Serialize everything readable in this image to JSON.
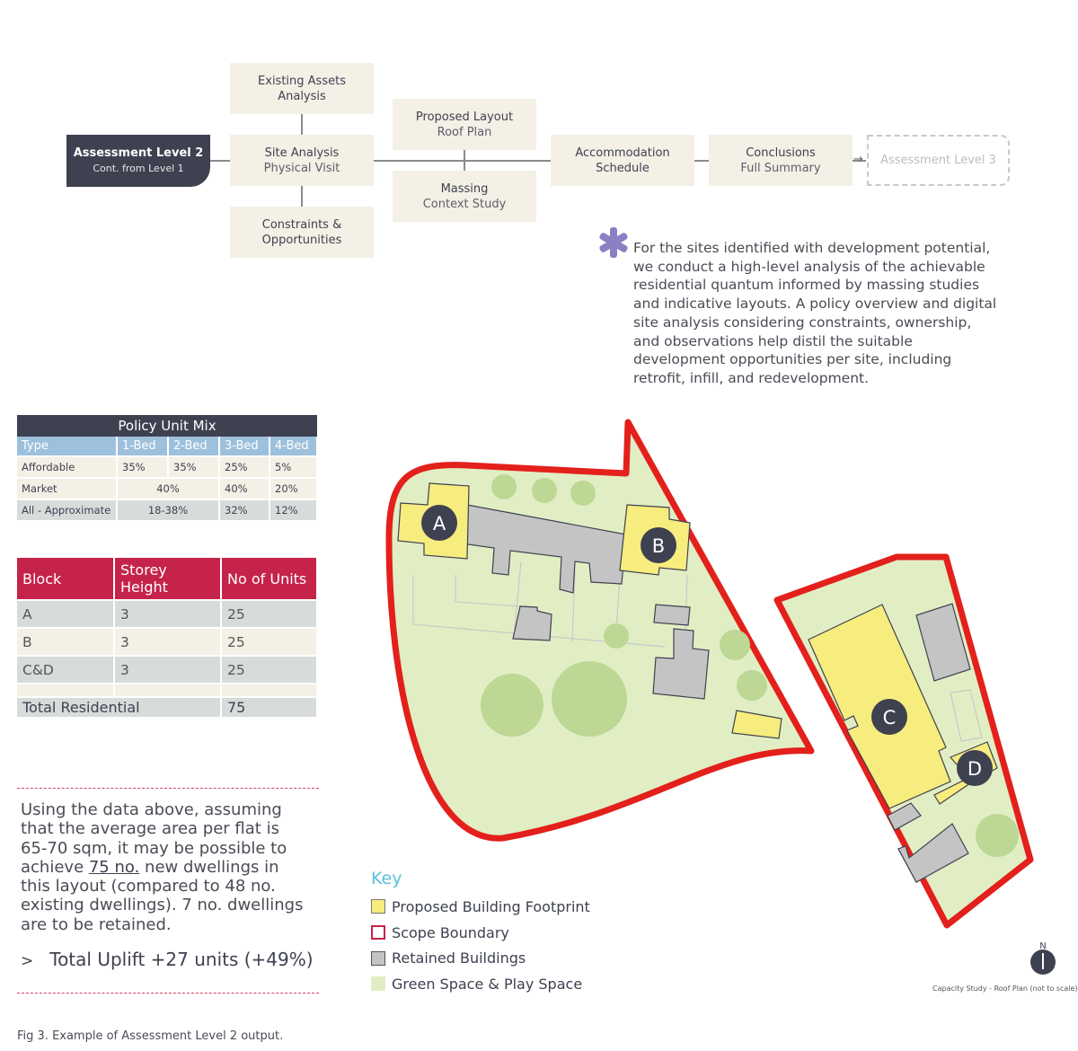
{
  "flow": {
    "start": {
      "title": "Assessment Level 2",
      "sub": "Cont. from Level 1"
    },
    "existing": {
      "title": "Existing Assets",
      "sub": "Analysis"
    },
    "site": {
      "title": "Site Analysis",
      "sub": "Physical Visit"
    },
    "constraints": {
      "title": "Constraints &",
      "sub": "Opportunities"
    },
    "proposed": {
      "title": "Proposed Layout",
      "sub": "Roof Plan"
    },
    "massing": {
      "title": "Massing",
      "sub": "Context Study"
    },
    "accommodation": {
      "title": "Accommodation",
      "sub": "Schedule"
    },
    "conclusions": {
      "title": "Conclusions",
      "sub": "Full Summary"
    },
    "next": {
      "title": "Assessment Level 3"
    }
  },
  "description": "For the sites identified with development potential, we conduct a high-level analysis of the achievable residential quantum informed by massing studies and indicative layouts. A policy overview and digital site analysis considering constraints, ownership, and observations help distil the suitable development opportunities per site, including retrofit, infill, and redevelopment.",
  "policy_table": {
    "title": "Policy Unit Mix",
    "headers": [
      "Type",
      "1-Bed",
      "2-Bed",
      "3-Bed",
      "4-Bed"
    ],
    "affordable": [
      "Affordable",
      "35%",
      "35%",
      "25%",
      "5%"
    ],
    "market": [
      "Market",
      "40%",
      "40%",
      "20%"
    ],
    "all": [
      "All - Approximate",
      "18-38%",
      "32%",
      "12%"
    ]
  },
  "block_table": {
    "headers": [
      "Block",
      "Storey Height",
      "No of Units"
    ],
    "rows": [
      [
        "A",
        "3",
        "25"
      ],
      [
        "B",
        "3",
        "25"
      ],
      [
        "C&D",
        "3",
        "25"
      ]
    ],
    "total": [
      "Total Residential",
      "75"
    ]
  },
  "summary": {
    "pre": "Using the data above, assuming that the average area per flat is 65-70 sqm, it may be possible to achieve ",
    "highlight": "75 no.",
    "post": " new dwellings in this layout (compared to 48 no. existing dwellings). 7 no. dwellings are to be retained.",
    "uplift_marker": ">",
    "uplift": "Total Uplift +27 units (+49%)"
  },
  "map": {
    "labels": [
      "A",
      "B",
      "C",
      "D"
    ],
    "north": "N",
    "caption": "Capacity Study - Roof Plan (not to scale)",
    "colors": {
      "proposed": "#f7ec7e",
      "boundary": "#e3201b",
      "retained": "#c4c4c4",
      "green": "#e1eec4",
      "tree": "#bdd795",
      "marker": "#3e4150"
    }
  },
  "key": {
    "title": "Key",
    "items": [
      "Proposed Building Footprint",
      "Scope Boundary",
      "Retained Buildings",
      "Green Space & Play Space"
    ]
  },
  "figure_caption": "Fig 3. Example of Assessment Level 2 output."
}
